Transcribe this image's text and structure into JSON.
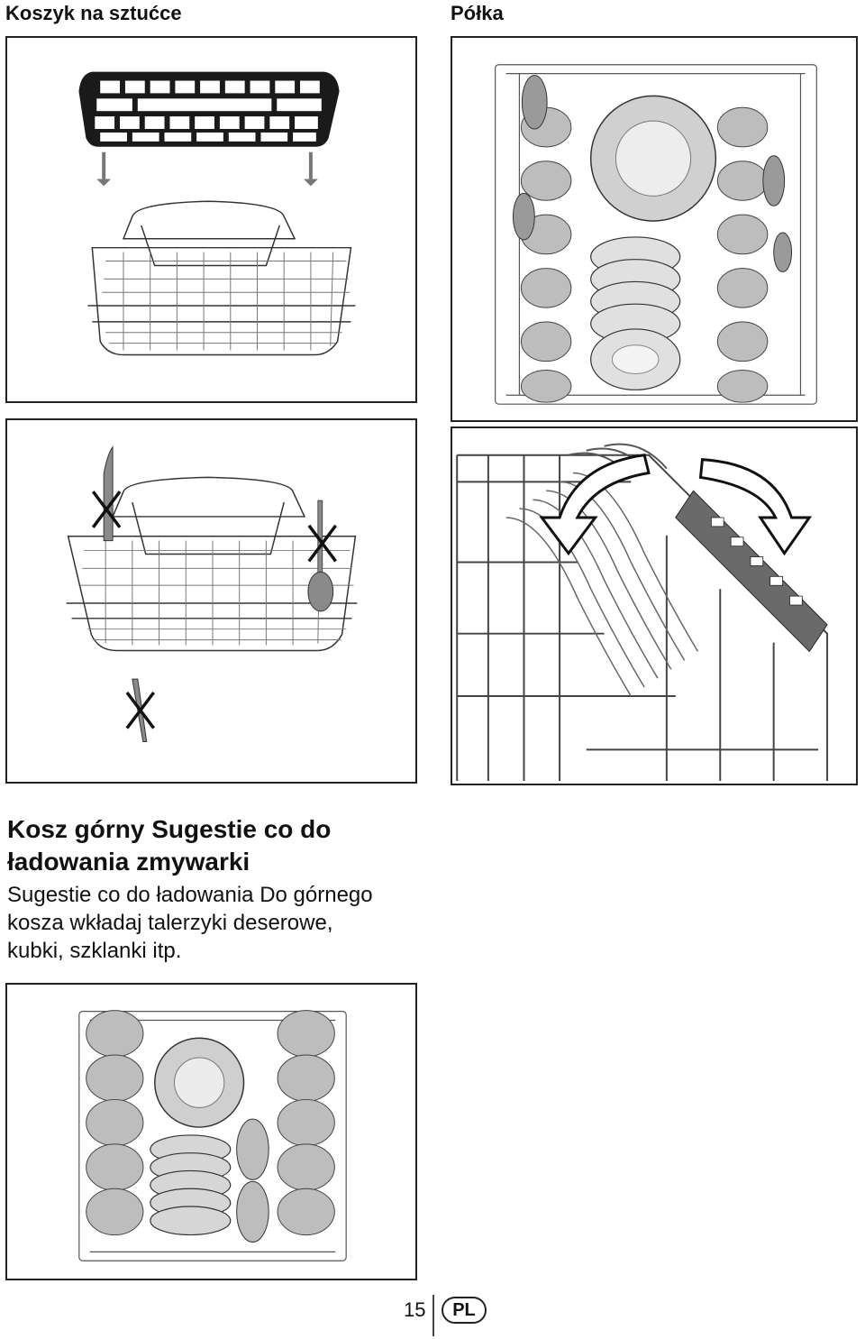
{
  "captions": {
    "cutlery_basket": "Koszyk na sztućce",
    "shelf": "Półka"
  },
  "section": {
    "heading_line1": "Kosz górny Sugestie co do",
    "heading_line2": "ładowania zmywarki",
    "body_line1": "Sugestie co do ładowania Do górnego",
    "body_line2": "kosza wkładaj talerzyki deserowe,",
    "body_line3": "kubki, szklanki itp."
  },
  "footer": {
    "page_number": "15",
    "language": "PL"
  },
  "colors": {
    "line": "#222222",
    "gray_fill": "#bdbdbd",
    "dark_gray": "#6a6a6a",
    "light_gray": "#e0e0e0"
  },
  "icons": {
    "arrow_down": "arrow-down-icon",
    "cross_mark": "cross-mark-icon",
    "rotate_arrow": "rotate-arrow-icon"
  }
}
